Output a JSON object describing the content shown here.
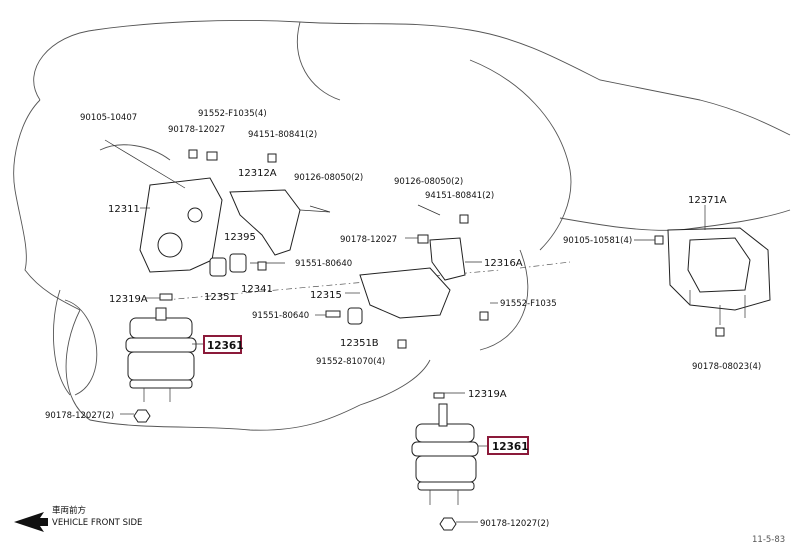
{
  "diagram": {
    "highlight_color": "#8b1a3a",
    "labels": {
      "l_90105_10407": "90105-10407",
      "l_91552_f1035_4": "91552-F1035(4)",
      "l_90178_12027_a": "90178-12027",
      "l_94151_80841_2a": "94151-80841(2)",
      "l_12312a": "12312A",
      "l_90126_08050_2a": "90126-08050(2)",
      "l_12311": "12311",
      "l_12395": "12395",
      "l_91551_80640_a": "91551-80640",
      "l_12351": "12351",
      "l_12341": "12341",
      "l_12319a_a": "12319A",
      "l_12361_a": "12361",
      "l_90178_12027_2a": "90178-12027(2)",
      "l_90126_08050_2b": "90126-08050(2)",
      "l_94151_80841_2b": "94151-80841(2)",
      "l_90178_12027_b": "90178-12027",
      "l_12316a": "12316A",
      "l_12315": "12315",
      "l_91552_f1035": "91552-F1035",
      "l_91551_80640_b": "91551-80640",
      "l_12351b": "12351B",
      "l_91552_81070_4": "91552-81070(4)",
      "l_12319a_b": "12319A",
      "l_12361_b": "12361",
      "l_90178_12027_2b": "90178-12027(2)",
      "l_12371a": "12371A",
      "l_90105_10581_4": "90105-10581(4)",
      "l_90178_08023_4": "90178-08023(4)"
    },
    "legend": {
      "japanese": "車両前方",
      "english": "VEHICLE FRONT SIDE"
    },
    "figure_code": "11-5-83"
  }
}
